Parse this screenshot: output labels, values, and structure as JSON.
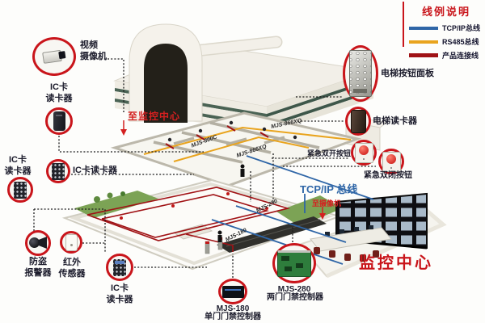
{
  "legend": {
    "title": "线例说明",
    "items": [
      {
        "label": "TCP/IP总线",
        "color": "#2f66a7"
      },
      {
        "label": "RS485总线",
        "color": "#e9a41e"
      },
      {
        "label": "产品连接线",
        "color": "#a01215"
      }
    ]
  },
  "devices": {
    "video_camera": {
      "line1": "视频",
      "line2": "摄像机"
    },
    "ic_reader_top": {
      "line1": "IC卡",
      "line2": "读卡器"
    },
    "ic_reader_left": {
      "line1": "IC卡",
      "line2": "读卡器"
    },
    "ic_reader_mid": {
      "label": "IC卡读卡器"
    },
    "burglar_alarm": {
      "line1": "防盗",
      "line2": "报警器"
    },
    "ir_sensor": {
      "line1": "红外",
      "line2": "传感器"
    },
    "ic_reader_bottom": {
      "line1": "IC卡",
      "line2": "读卡器"
    },
    "controller_single": {
      "model": "MJS-180",
      "name": "单门门禁控制器"
    },
    "controller_double": {
      "model": "MJS-280",
      "name": "两门门禁控制器"
    },
    "elevator_panel": {
      "label": "电梯按钮面板"
    },
    "elevator_reader": {
      "label": "电梯读卡器"
    },
    "emergency_open": {
      "label": "紧急双开按钮"
    },
    "emergency_close": {
      "label": "紧急双闭按钮"
    }
  },
  "annotations": {
    "to_monitor_center": "至监控中心",
    "to_camera": "至摄像机",
    "tcpip_bus": "TCP/IP 总线",
    "monitor_center": "监控中心",
    "plan_labels": {
      "upper_right": "MJS-866XQ",
      "upper_left": "MJS-800C",
      "upper_mid": "MJS-866XQ",
      "basement_right": "MJS-280",
      "basement_left": "MJS-180"
    }
  }
}
